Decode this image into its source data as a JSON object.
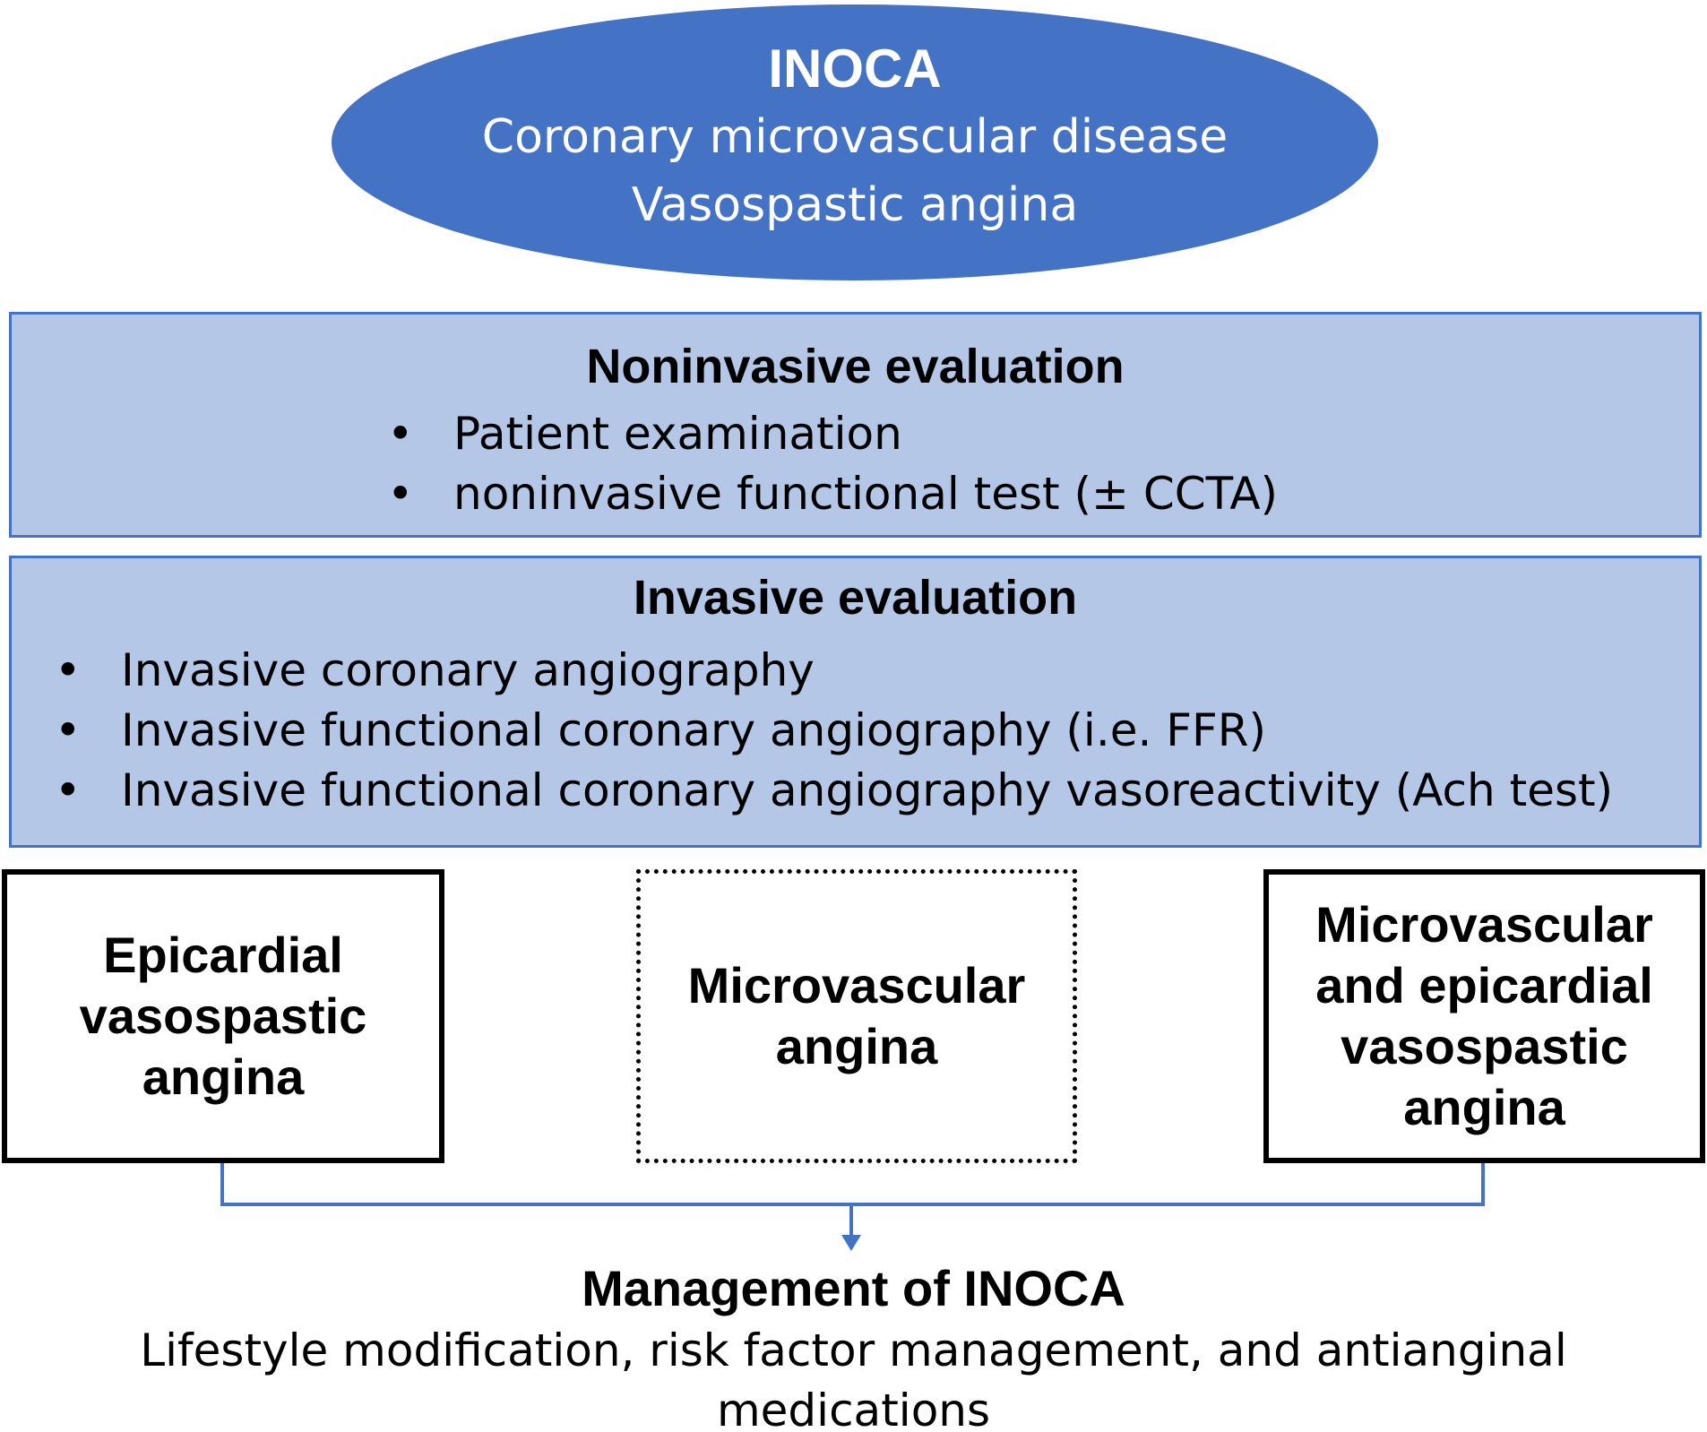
{
  "top": {
    "title": "INOCA",
    "line1": "Coronary microvascular disease",
    "line2": "Vasospastic angina"
  },
  "noninvasive": {
    "heading": "Noninvasive evaluation",
    "bullets": [
      "Patient examination",
      "noninvasive functional test (± CCTA)"
    ]
  },
  "invasive": {
    "heading": "Invasive evaluation",
    "bullets": [
      "Invasive coronary angiography",
      "Invasive functional coronary angiography (i.e. FFR)",
      "Invasive functional coronary angiography vasoreactivity (Ach test)"
    ]
  },
  "outcomes": {
    "epicardial": "Epicardial vasospastic angina",
    "microvascular": "Microvascular angina",
    "combined": "Microvascular and epicardial vasospastic angina"
  },
  "management": {
    "title": "Management of INOCA",
    "text": "Lifestyle modification, risk factor management, and antianginal medications"
  },
  "bullet_glyph": "•",
  "colors": {
    "ellipse": "#4472c4",
    "panel_fill": "#b4c7e7",
    "panel_border": "#4472c4",
    "connector": "#4472c4"
  }
}
